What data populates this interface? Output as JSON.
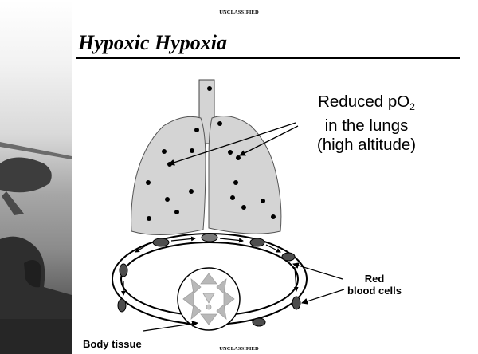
{
  "classification": {
    "top": "UNCLASSIFIED",
    "bottom": "UNCLASSIFIED"
  },
  "slide": {
    "title": "Hypoxic Hypoxia"
  },
  "labels": {
    "lungs_text_before_sub": "Reduced pO",
    "lungs_subscript": "2",
    "lungs_line2": "in the lungs",
    "lungs_line3": "(high altitude)",
    "rbc_line1": "Red",
    "rbc_line2": "blood cells",
    "body_tissue": "Body tissue"
  },
  "colors": {
    "lung_fill": "#d4d4d4",
    "cell_fill": "#4d4d4d",
    "tissue_fill": "#b8b8b8",
    "text": "#000000"
  }
}
